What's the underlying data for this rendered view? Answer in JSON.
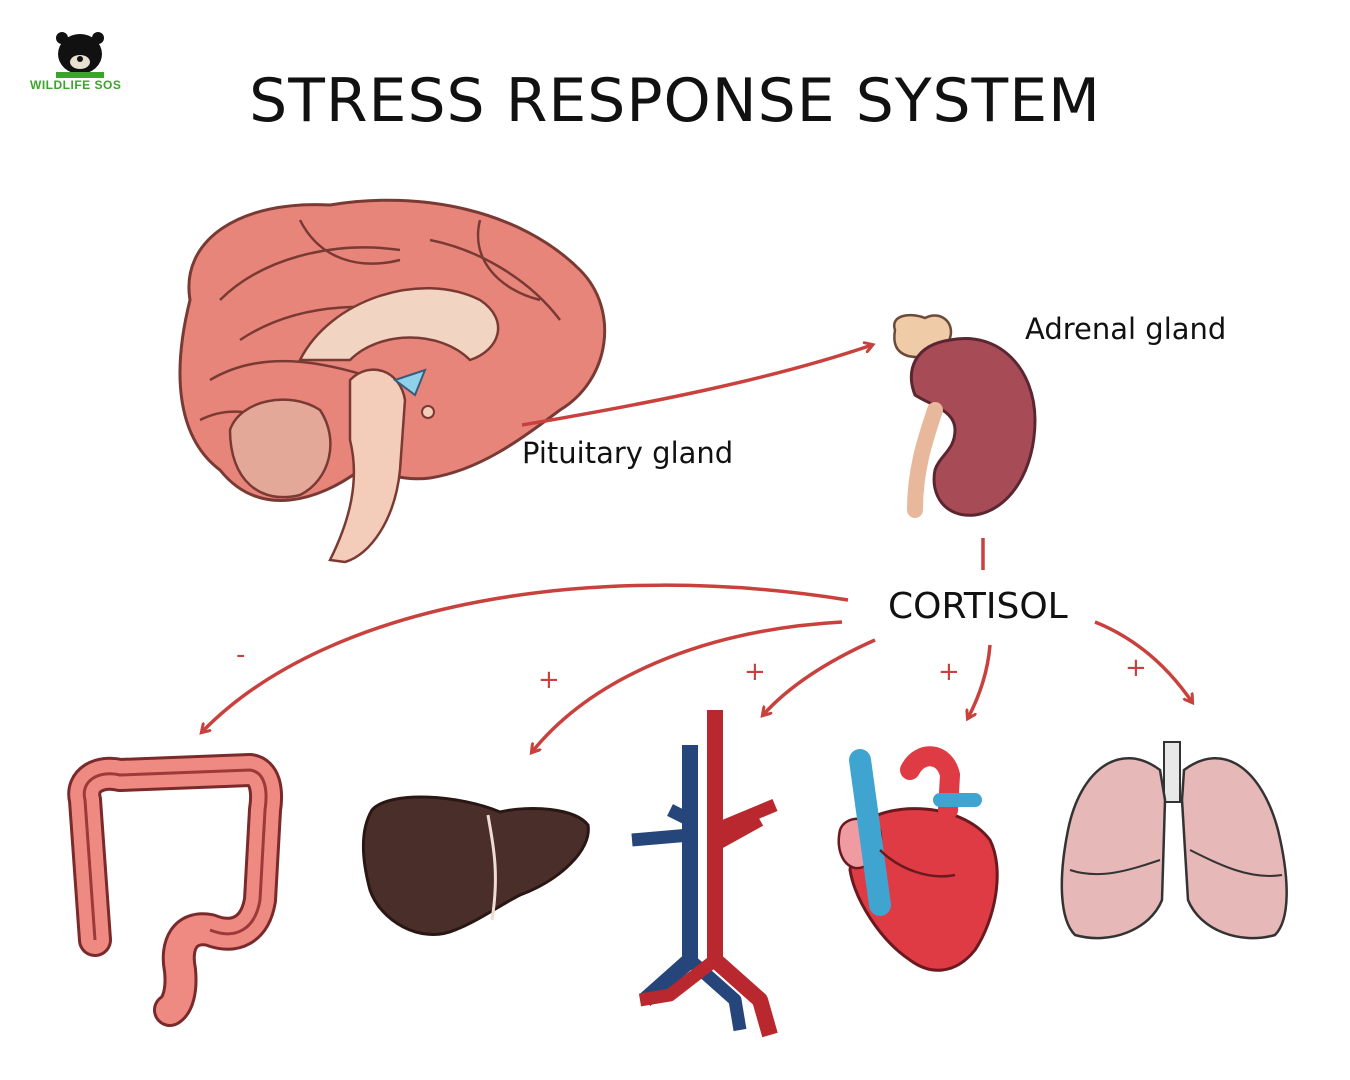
{
  "header": {
    "title": "STRESS RESPONSE SYSTEM"
  },
  "brand": {
    "name": "WILDLIFE SOS",
    "color": "#3aa52a"
  },
  "labels": {
    "pituitary": "Pituitary gland",
    "adrenal": "Adrenal gland",
    "hormone": "CORTISOL"
  },
  "effects": [
    {
      "organ": "intestine-icon",
      "sign": "-"
    },
    {
      "organ": "liver-icon",
      "sign": "+"
    },
    {
      "organ": "blood-vessels-icon",
      "sign": "+"
    },
    {
      "organ": "heart-icon",
      "sign": "+"
    },
    {
      "organ": "lungs-icon",
      "sign": "+"
    }
  ],
  "colors": {
    "arrow": "#c8413d",
    "brain": "#e8857b",
    "kidney": "#a74b57",
    "liver": "#4a2e2a",
    "vein": "#26457a",
    "artery": "#b9282e",
    "lung": "#e7b8b8"
  }
}
